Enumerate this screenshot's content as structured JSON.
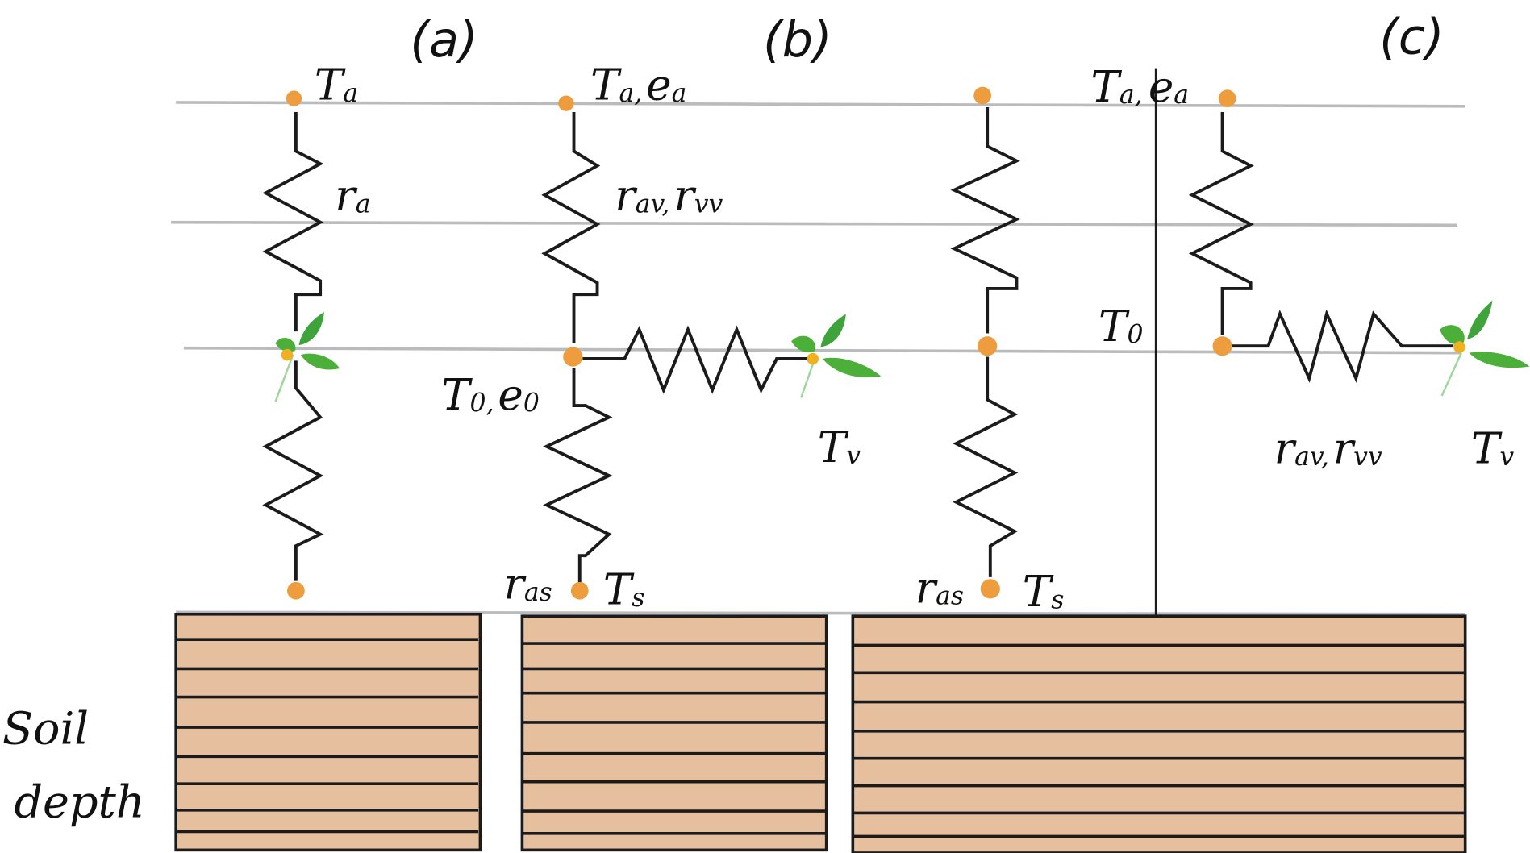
{
  "title": "Resistance network schemes for surface energy balance",
  "colors": {
    "node": "#ee9d3e",
    "soil": "#e6c09e",
    "line": "#1b1b1b",
    "level_line": "#b9bbbd",
    "leaf": "#4caf3a"
  },
  "panels": {
    "a": {
      "label": "(a)",
      "top_node": {
        "main": "T",
        "sub": "a"
      },
      "resistance": {
        "main": "r",
        "sub": "a"
      }
    },
    "b": {
      "label": "(b)",
      "top_node": {
        "main": "T",
        "sub": "a,",
        "main2": "e",
        "sub2": "a"
      },
      "upper_resistance": {
        "main": "r",
        "sub": "av,",
        "main2": "r",
        "sub2": "vv"
      },
      "canopy_node": {
        "main": "T",
        "sub": "0,",
        "main2": "e",
        "sub2": "0"
      },
      "leaf_node": {
        "main": "T",
        "sub": "v"
      },
      "soil_resistance": {
        "main": "r",
        "sub": "as"
      },
      "soil_node": {
        "main": "T",
        "sub": "s"
      }
    },
    "c": {
      "label": "(c)",
      "top_node": {
        "main": "T",
        "sub": "a,",
        "main2": "e",
        "sub2": "a"
      },
      "canopy_node": {
        "main": "T",
        "sub": "0"
      },
      "soil_resistance": {
        "main": "r",
        "sub": "as"
      },
      "soil_node": {
        "main": "T",
        "sub": "s"
      },
      "leaf_resistance": {
        "main": "r",
        "sub": "av,",
        "main2": "r",
        "sub2": "vv"
      },
      "leaf_node": {
        "main": "T",
        "sub": "v"
      }
    }
  },
  "soil_label": {
    "line1": "Soil",
    "line2": "depth"
  },
  "icons": {
    "node": "orange-dot",
    "leaf": "leaf-sprig",
    "resistor": "zigzag-resistor"
  }
}
